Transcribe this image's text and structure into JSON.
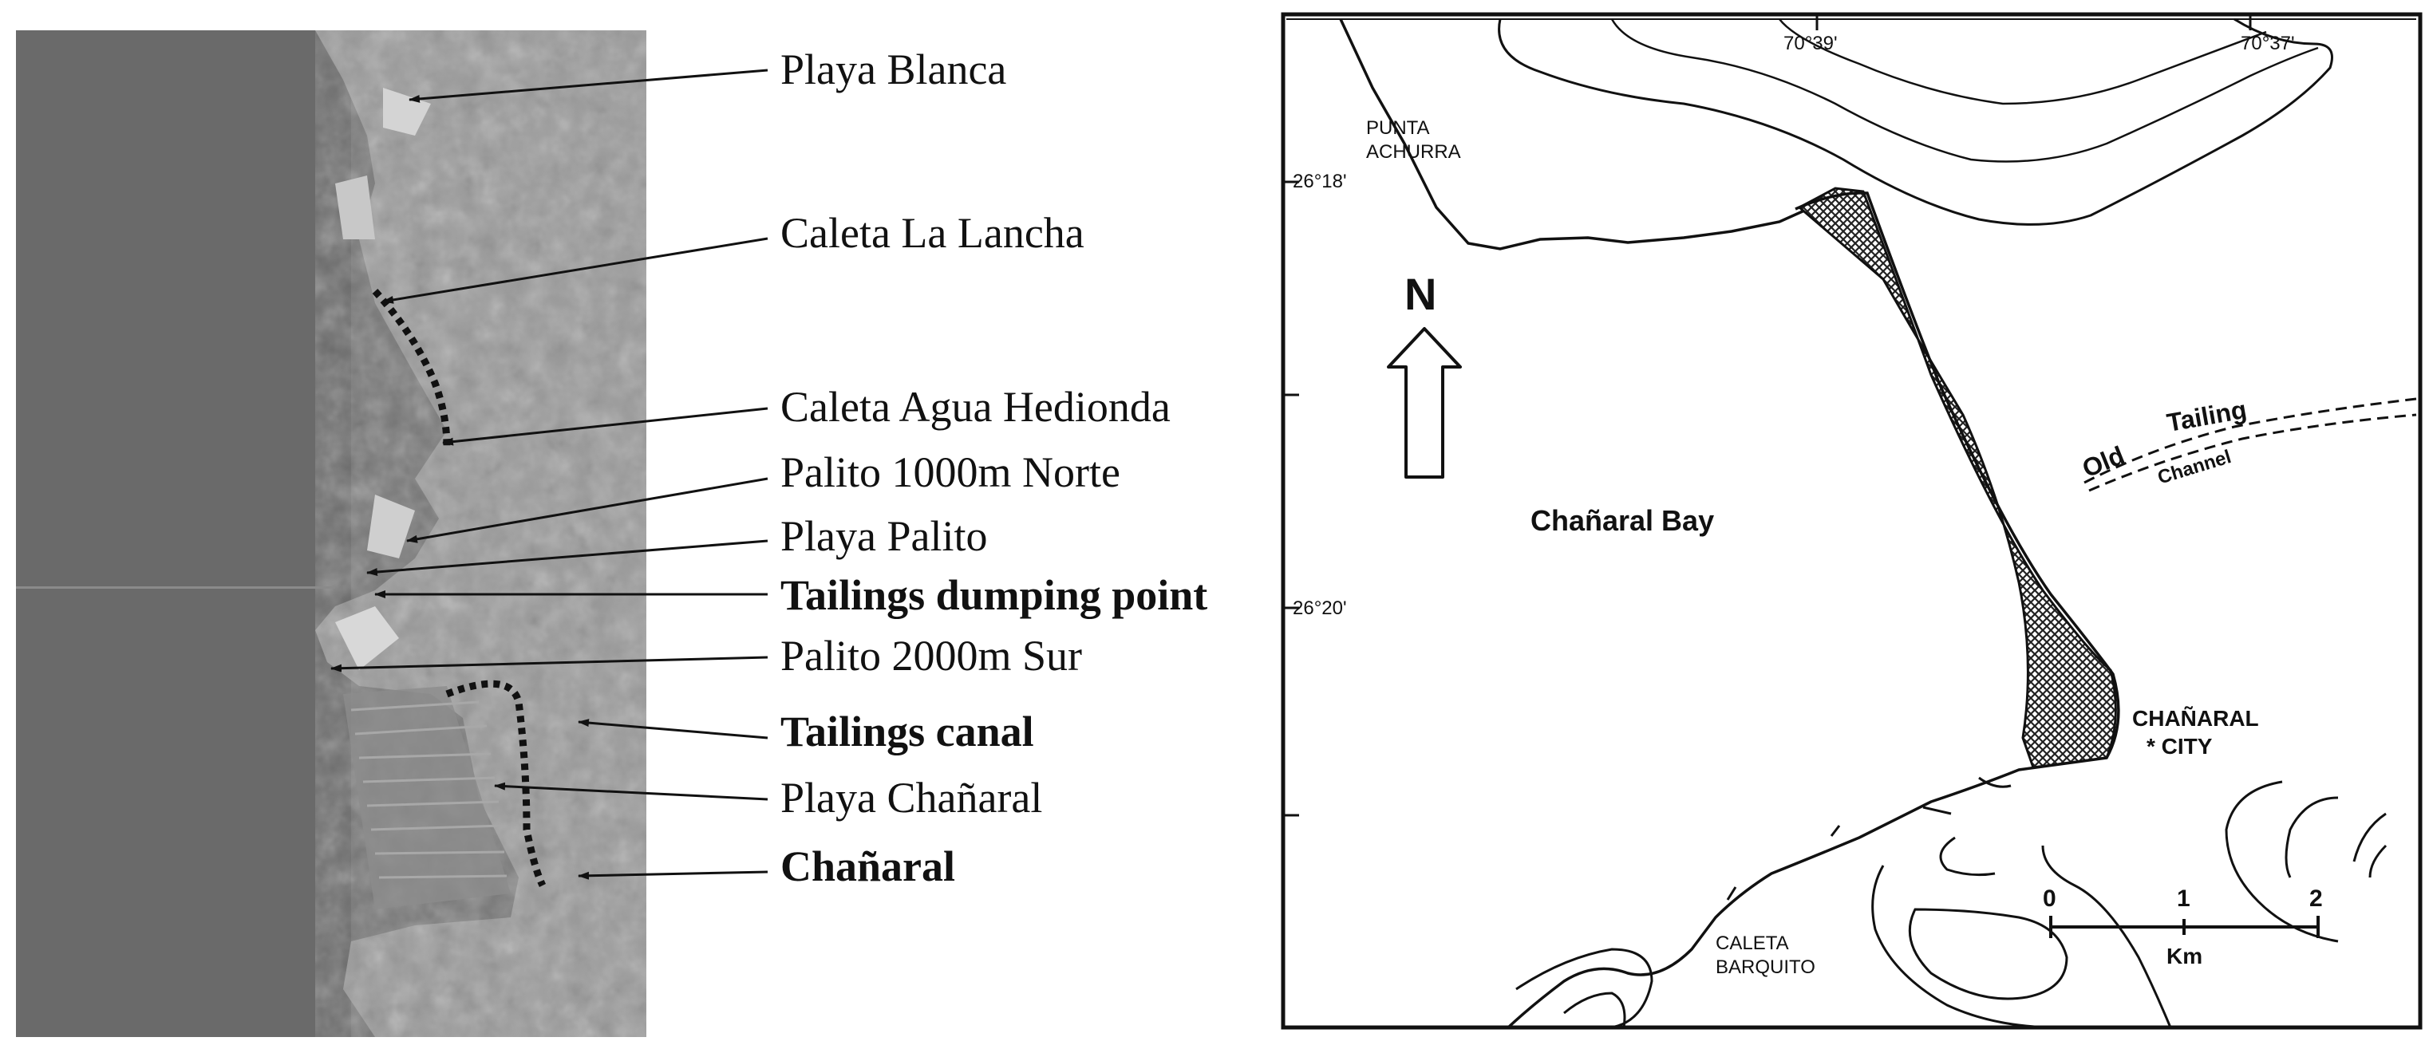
{
  "photo_panel": {
    "labels": [
      {
        "text": "Playa Blanca",
        "bold": false
      },
      {
        "text": "Caleta La Lancha",
        "bold": false
      },
      {
        "text": "Caleta Agua Hedionda",
        "bold": false
      },
      {
        "text": "Palito 1000m Norte",
        "bold": false
      },
      {
        "text": "Playa Palito",
        "bold": false
      },
      {
        "text": "Tailings dumping point",
        "bold": true
      },
      {
        "text": "Palito 2000m Sur",
        "bold": false
      },
      {
        "text": "Tailings canal",
        "bold": true
      },
      {
        "text": "Playa Chañaral",
        "bold": false
      },
      {
        "text": "Chañaral",
        "bold": true
      }
    ]
  },
  "map_panel": {
    "longitudes": [
      "70°39'",
      "70°37'"
    ],
    "latitudes": [
      "26°18'",
      "26°20'"
    ],
    "north_label": "N",
    "bay_label": "Chañaral Bay",
    "punta_line1": "PUNTA",
    "punta_line2": "ACHURRA",
    "caleta_line1": "CALETA",
    "caleta_line2": "BARQUITO",
    "city_line1": "CHAÑARAL",
    "city_line2": "* CITY",
    "old_label": "Old",
    "tailing_label": "Tailing",
    "channel_label": "Channel",
    "scale": {
      "ticks": [
        "0",
        "1",
        "2"
      ],
      "unit": "Km"
    }
  }
}
